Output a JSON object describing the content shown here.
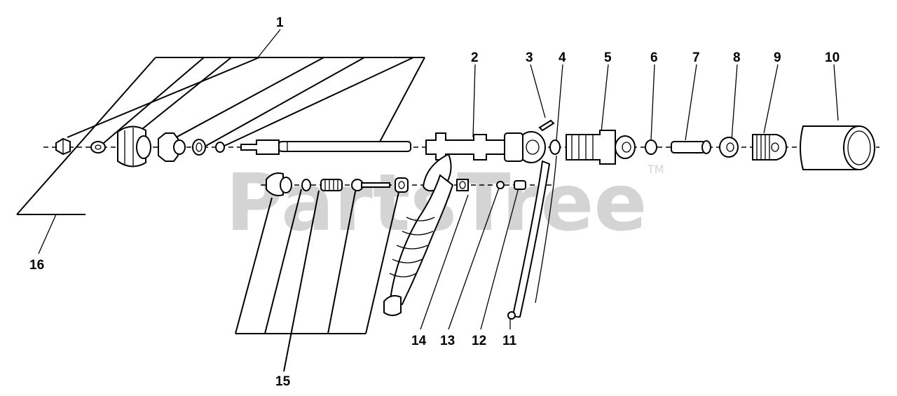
{
  "watermark": {
    "text": "PartsTree",
    "trademark": "TM"
  },
  "callouts": {
    "c1": "1",
    "c2": "2",
    "c3": "3",
    "c4": "4",
    "c5": "5",
    "c6": "6",
    "c7": "7",
    "c8": "8",
    "c9": "9",
    "c10": "10",
    "c11": "11",
    "c12": "12",
    "c13": "13",
    "c14": "14",
    "c15": "15",
    "c16": "16"
  },
  "colors": {
    "line": "#000000",
    "watermark": "#d4d4d4",
    "background": "#ffffff"
  }
}
